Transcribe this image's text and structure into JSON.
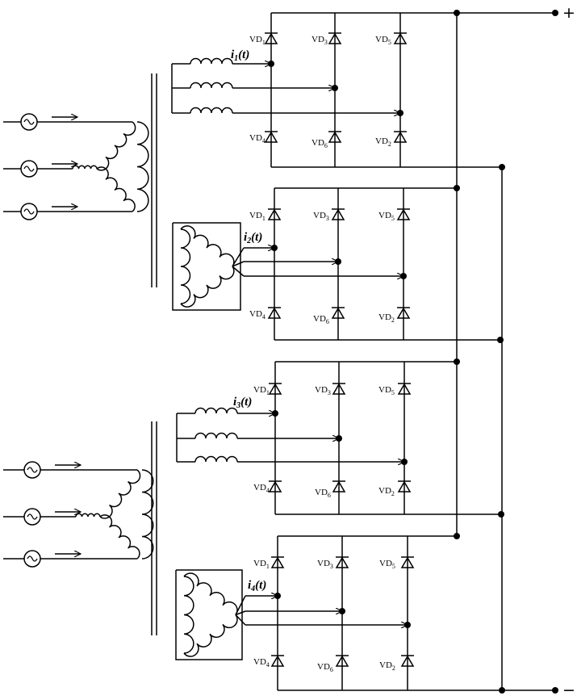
{
  "terminals": {
    "positive": "+",
    "negative": "−"
  },
  "bridges": [
    {
      "current": {
        "main": "i",
        "sub": "1",
        "tail": "(t)"
      },
      "diodes": [
        {
          "prefix": "VD",
          "num": "1"
        },
        {
          "prefix": "VD",
          "num": "3"
        },
        {
          "prefix": "VD",
          "num": "5"
        },
        {
          "prefix": "VD",
          "num": "4"
        },
        {
          "prefix": "VD",
          "num": "6"
        },
        {
          "prefix": "VD",
          "num": "2"
        }
      ]
    },
    {
      "current": {
        "main": "i",
        "sub": "2",
        "tail": "(t)"
      },
      "diodes": [
        {
          "prefix": "VD",
          "num": "1"
        },
        {
          "prefix": "VD",
          "num": "3"
        },
        {
          "prefix": "VD",
          "num": "5"
        },
        {
          "prefix": "VD",
          "num": "4"
        },
        {
          "prefix": "VD",
          "num": "6"
        },
        {
          "prefix": "VD",
          "num": "2"
        }
      ]
    },
    {
      "current": {
        "main": "i",
        "sub": "3",
        "tail": "(t)"
      },
      "diodes": [
        {
          "prefix": "VD",
          "num": "1"
        },
        {
          "prefix": "VD",
          "num": "3"
        },
        {
          "prefix": "VD",
          "num": "5"
        },
        {
          "prefix": "VD",
          "num": "4"
        },
        {
          "prefix": "VD",
          "num": "6"
        },
        {
          "prefix": "VD",
          "num": "2"
        }
      ]
    },
    {
      "current": {
        "main": "i",
        "sub": "4",
        "tail": "(t)"
      },
      "diodes": [
        {
          "prefix": "VD",
          "num": "1"
        },
        {
          "prefix": "VD",
          "num": "3"
        },
        {
          "prefix": "VD",
          "num": "5"
        },
        {
          "prefix": "VD",
          "num": "4"
        },
        {
          "prefix": "VD",
          "num": "6"
        },
        {
          "prefix": "VD",
          "num": "2"
        }
      ]
    }
  ]
}
